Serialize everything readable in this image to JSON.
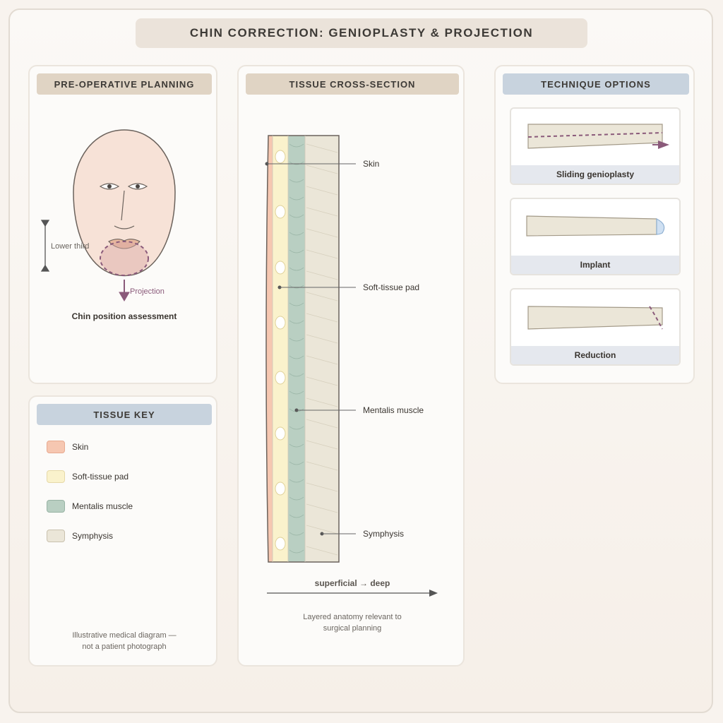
{
  "title": "CHIN CORRECTION: GENIOPLASTY & PROJECTION",
  "planning": {
    "header": "PRE-OPERATIVE PLANNING",
    "lower_third_label": "Lower third",
    "projection_label": "Projection",
    "caption": "Chin position assessment"
  },
  "key": {
    "header": "TISSUE KEY",
    "items": [
      {
        "label": "Skin",
        "color": "#f6c7b1",
        "border": "#e8aa90"
      },
      {
        "label": "Soft-tissue pad",
        "color": "#faf2cc",
        "border": "#e6d9a8"
      },
      {
        "label": "Mentalis muscle",
        "color": "#b9cfc2",
        "border": "#98b3a4"
      },
      {
        "label": "Symphysis",
        "color": "#ebe6d8",
        "border": "#c9c1ae"
      }
    ],
    "disclaimer_line1": "Illustrative medical diagram —",
    "disclaimer_line2": "not a patient photograph"
  },
  "cross_section": {
    "header": "TISSUE CROSS-SECTION",
    "labels": [
      "Skin",
      "Soft-tissue pad",
      "Mentalis muscle",
      "Symphysis"
    ],
    "axis_label": "superficial → deep",
    "caption_line1": "Layered anatomy relevant to",
    "caption_line2": "surgical planning"
  },
  "techniques": {
    "header": "TECHNIQUE OPTIONS",
    "items": [
      {
        "label": "Sliding genioplasty"
      },
      {
        "label": "Implant"
      },
      {
        "label": "Reduction"
      }
    ]
  },
  "colors": {
    "accent": "#8a5a7a",
    "skin": "#f6c7b1",
    "pad": "#faf2cc",
    "muscle": "#b9cfc2",
    "bone": "#ebe6d8",
    "implant": "#cfe0f2"
  }
}
